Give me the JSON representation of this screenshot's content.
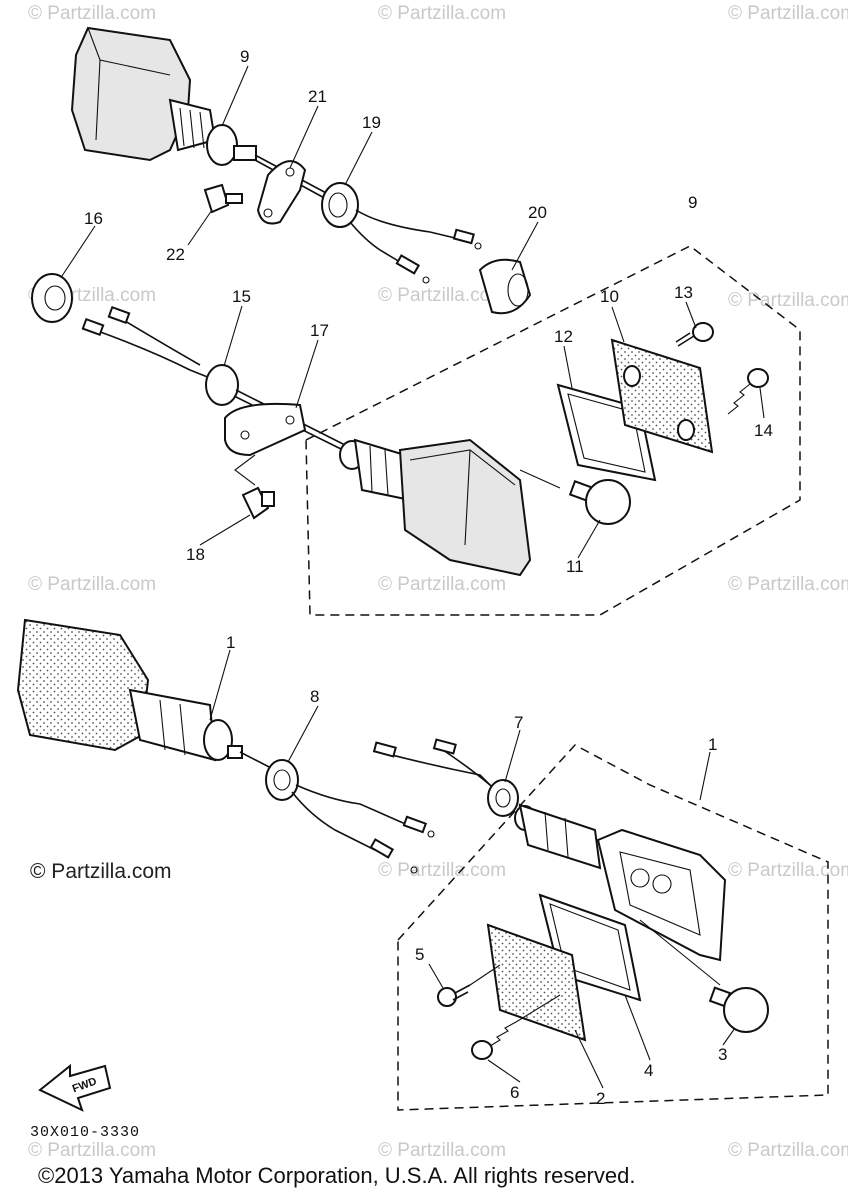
{
  "watermark": "© Partzilla.com",
  "credit": "© Partzilla.com",
  "diagram_code": "30X010-3330",
  "fwd_label": "FWD",
  "copyright": "©2013 Yamaha Motor Corporation, U.S.A. All rights reserved.",
  "callouts": {
    "c9a": "9",
    "c21": "21",
    "c19": "19",
    "c22": "22",
    "c20": "20",
    "c9b": "9",
    "c16": "16",
    "c15": "15",
    "c17": "17",
    "c12": "12",
    "c10": "10",
    "c13": "13",
    "c14": "14",
    "c11": "11",
    "c18": "18",
    "c1a": "1",
    "c8": "8",
    "c7": "7",
    "c1b": "1",
    "c5": "5",
    "c3": "3",
    "c2": "2",
    "c4": "4",
    "c6": "6"
  }
}
